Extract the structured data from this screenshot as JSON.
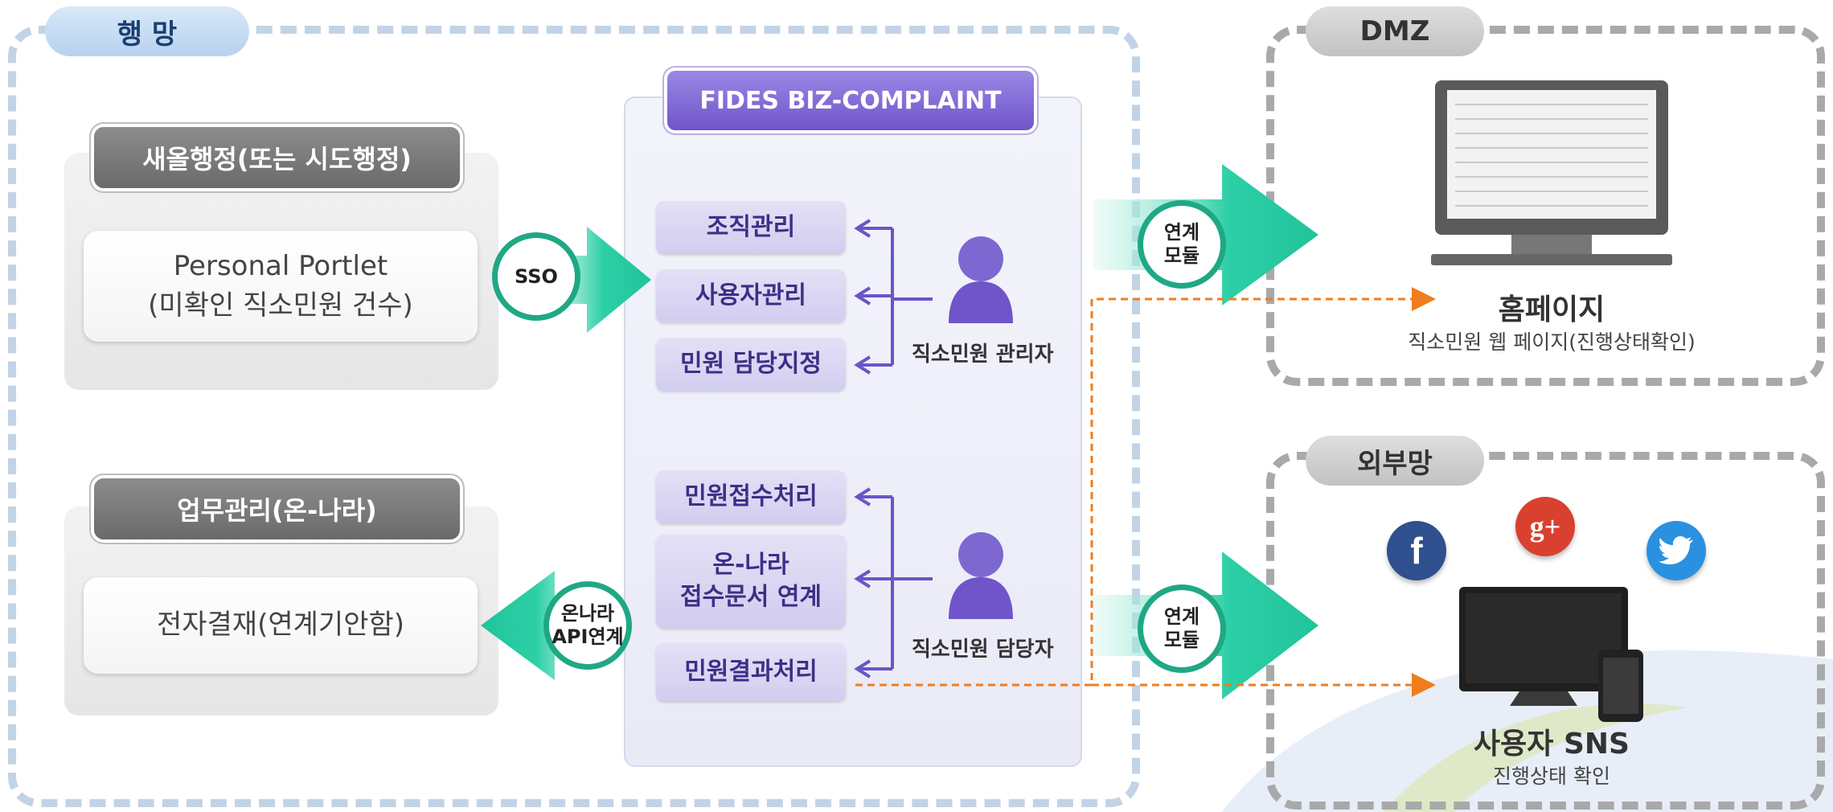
{
  "zones": {
    "internal": "행 망",
    "dmz": "DMZ",
    "external": "외부망"
  },
  "left": {
    "top_header": "새올행정(또는 시도행정)",
    "top_box_line1": "Personal Portlet",
    "top_box_line2": "(미확인 직소민원 건수)",
    "bottom_header": "업무관리(온-나라)",
    "bottom_box": "전자결재(연계기안함)"
  },
  "connectors": {
    "sso": "SSO",
    "onnara_line1": "온나라",
    "onnara_line2": "API연계",
    "link1_line1": "연계",
    "link1_line2": "모듈",
    "link2_line1": "연계",
    "link2_line2": "모듈"
  },
  "center": {
    "title": "FIDES BIZ-COMPLAINT",
    "admin_items": [
      "조직관리",
      "사용자관리",
      "민원 담당지정"
    ],
    "staff_item1": "민원접수처리",
    "staff_item2_line1": "온-나라",
    "staff_item2_line2": "접수문서 연계",
    "staff_item3": "민원결과처리"
  },
  "actors": {
    "admin": "직소민원 관리자",
    "staff": "직소민원 담당자"
  },
  "dmz": {
    "title": "홈페이지",
    "subtitle": "직소민원 웹 페이지(진행상태확인)"
  },
  "external": {
    "title": "사용자 SNS",
    "subtitle": "진행상태 확인",
    "icons": [
      "facebook-icon",
      "google-plus-icon",
      "twitter-icon"
    ]
  },
  "colors": {
    "accent_green": "#2bc9a4",
    "purple": "#6f55c9",
    "orange_dashed": "#f07d1d",
    "zone_blue": "#c2d3e6"
  }
}
